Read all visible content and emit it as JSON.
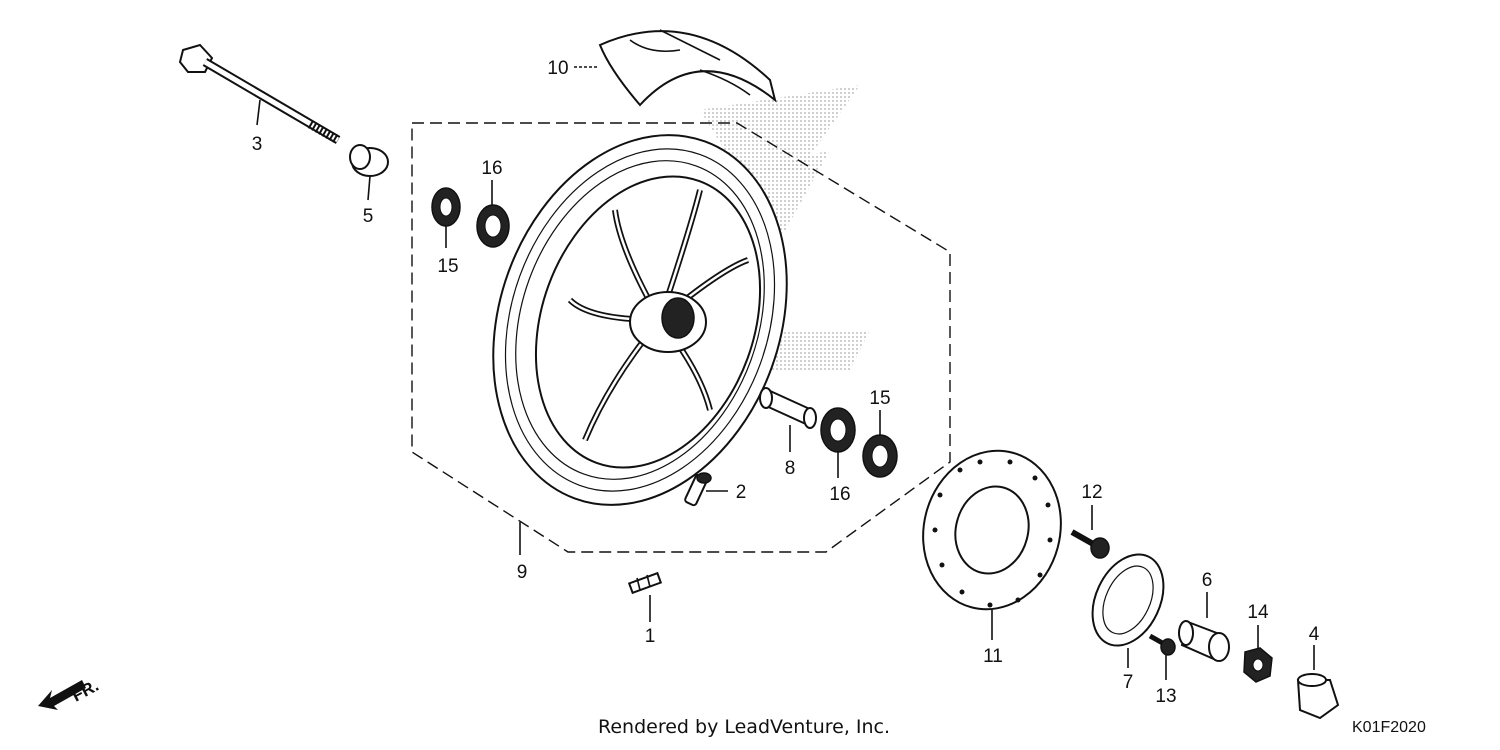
{
  "diagram": {
    "labels": {
      "p1": "1",
      "p2": "2",
      "p3": "3",
      "p4": "4",
      "p5": "5",
      "p6": "6",
      "p7": "7",
      "p8": "8",
      "p9": "9",
      "p10": "10",
      "p11": "11",
      "p12": "12",
      "p13": "13",
      "p14": "14",
      "p15a": "15",
      "p15b": "15",
      "p16a": "16",
      "p16b": "16"
    },
    "direction_label": "FR.",
    "footer": "Rendered by LeadVenture, Inc.",
    "code": "K01F2020"
  }
}
